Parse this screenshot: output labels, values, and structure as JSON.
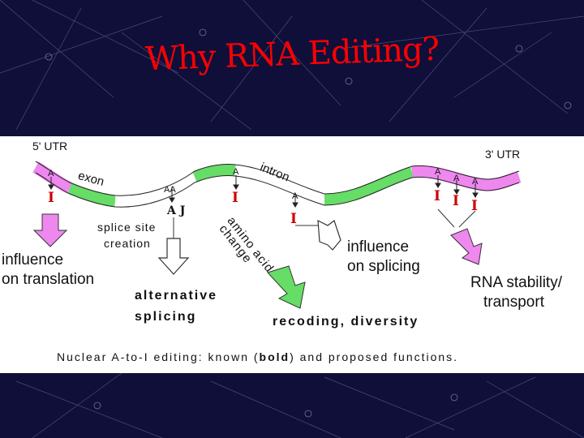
{
  "slide": {
    "title": "Why RNA Editing?"
  },
  "colors": {
    "background": "#0f0f3a",
    "title": "#ff0000",
    "exon": "#66dd66",
    "utr": "#ee88ee",
    "intron": "#ffffff",
    "editing_mark": "#cc0000"
  },
  "diagram": {
    "utr5_label": "5' UTR",
    "utr3_label": "3' UTR",
    "exon_label": "exon",
    "intron_label": "intron",
    "amino_acid_change_line1": "amino acid",
    "amino_acid_change_line2": "change",
    "splice_site_line1": "splice site",
    "splice_site_line2": "creation",
    "influence_translation_line1": "influence",
    "influence_translation_line2": "on translation",
    "alternative_splicing_line1": "alternative",
    "alternative_splicing_line2": "splicing",
    "recoding": "recoding, diversity",
    "influence_splicing_line1": "influence",
    "influence_splicing_line2": "on splicing",
    "rna_stability_line1": "RNA stability/",
    "rna_stability_line2": "transport",
    "caption_prefix": "Nuclear A-to-I editing: known (",
    "caption_bold": "bold",
    "caption_suffix": ") and proposed functions.",
    "a_mark": "A",
    "i_mark": "I",
    "aa_mark": "AA",
    "aj_mark": "A J"
  }
}
